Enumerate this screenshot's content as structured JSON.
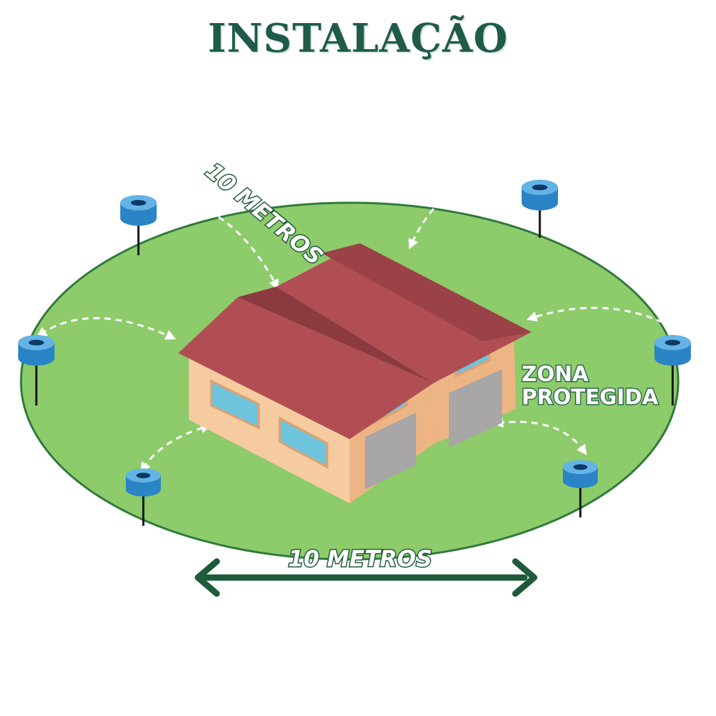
{
  "title": "INSTALAÇÃO",
  "labels": {
    "distance_diagonal": "10 METROS",
    "distance_bottom": "10 METROS",
    "zone_line1": "ZONA",
    "zone_line2": "PROTEGIDA"
  },
  "colors": {
    "lawn": "#8dcb6b",
    "lawn_edge": "#2f7a3a",
    "roof": "#b04e54",
    "roof_dark": "#8c3a40",
    "wall": "#f6cba0",
    "wall_shade": "#ecb583",
    "window": "#6fc4dd",
    "door": "#a8a6a6",
    "sensor": "#2a84c6",
    "arrow": "#1f5a3a"
  },
  "icons": [
    "sensor-icon",
    "double-arrow-icon",
    "house-icon"
  ]
}
